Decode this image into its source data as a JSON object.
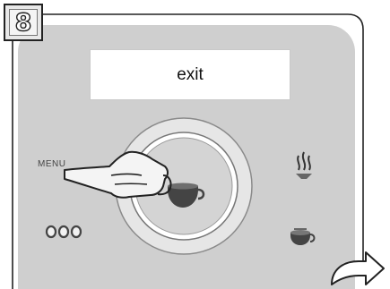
{
  "step": {
    "number": "8"
  },
  "display": {
    "text": "exit"
  },
  "controls": {
    "menu_label": "MENU",
    "bean_icon": "bean-strength-icon",
    "steam_icon": "steam-icon",
    "cup_icon": "cup-icon",
    "hand_icon": "pointing-hand-icon",
    "next_icon": "next-page-arrow-icon"
  },
  "colors": {
    "panel": "#cfcfcf",
    "display": "#ffffff",
    "outline": "#222222"
  }
}
